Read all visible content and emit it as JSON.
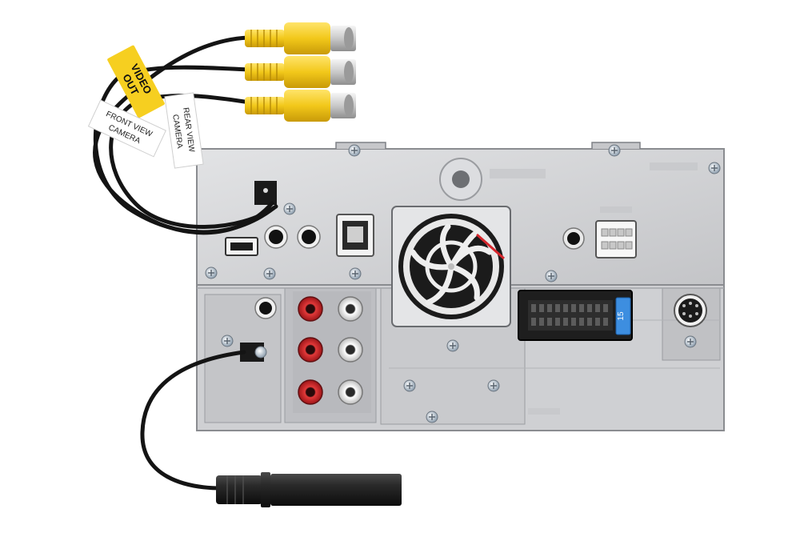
{
  "labels": {
    "video_out_line1": "VIDEO",
    "video_out_line2": "OUT",
    "front_cam_line1": "FRONT VIEW",
    "front_cam_line2": "CAMERA",
    "rear_cam_line1": "REAR VIEW",
    "rear_cam_line2": "CAMERA",
    "fuse_rating": "15"
  },
  "colors": {
    "yellow_plug": "#f2c81a",
    "chassis": "#d5d6d8",
    "cable": "#141414",
    "rca_red": "#c8202a",
    "rca_white": "#efefef",
    "fuse_blue": "#3d8ee0"
  },
  "icons": [
    "fan-grille-icon",
    "rca-jack-icon",
    "usb-port-icon",
    "din-connector-icon",
    "antenna-plug-icon"
  ]
}
